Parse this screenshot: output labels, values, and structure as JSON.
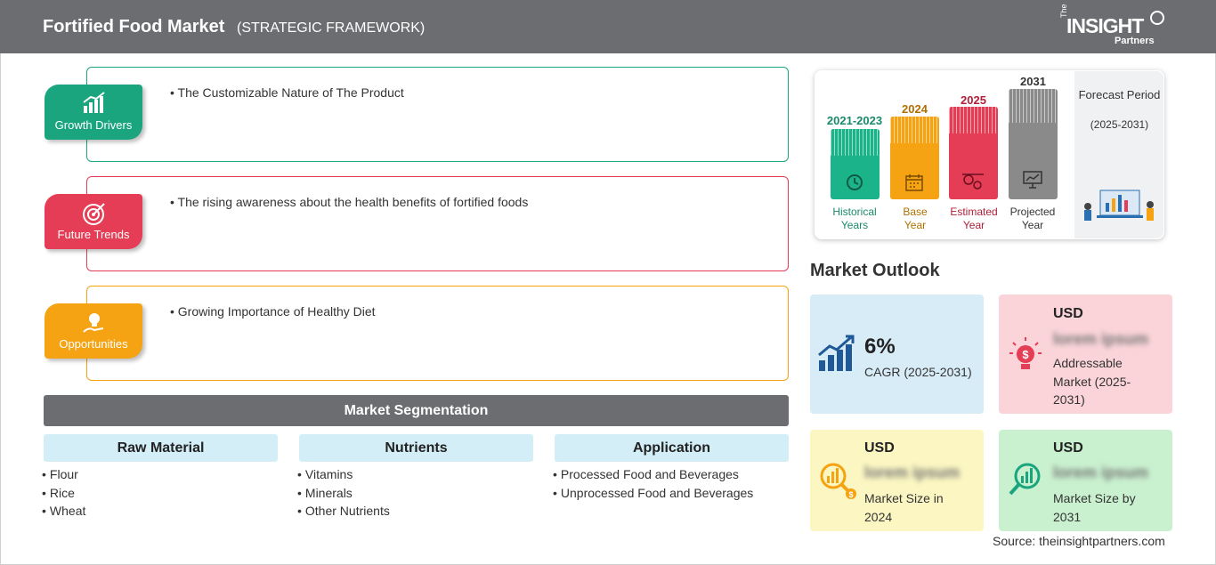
{
  "header": {
    "title": "Fortified Food Market",
    "subtitle": "(STRATEGIC FRAMEWORK)",
    "logo_the": "The",
    "logo_insight": "INSIGHT",
    "logo_partners": "Partners"
  },
  "framework": [
    {
      "label": "Growth Drivers",
      "bullet": "• The Customizable Nature of The Product",
      "color": "#1aa57f",
      "icon": "bar-chart-icon"
    },
    {
      "label": "Future Trends",
      "bullet": "• The rising awareness about the health benefits of fortified foods",
      "color": "#e43d55",
      "icon": "target-icon"
    },
    {
      "label": "Opportunities",
      "bullet": "• Growing Importance of Healthy Diet",
      "color": "#f5a213",
      "icon": "lightbulb-hand-icon"
    }
  ],
  "segmentation": {
    "title": "Market Segmentation",
    "columns": [
      {
        "heading": "Raw Material",
        "items": [
          "Flour",
          "Rice",
          "Wheat"
        ]
      },
      {
        "heading": "Nutrients",
        "items": [
          "Vitamins",
          "Minerals",
          "Other Nutrients"
        ]
      },
      {
        "heading": "Application",
        "items": [
          "Processed Food and Beverages",
          "Unprocessed Food and Beverages"
        ]
      }
    ]
  },
  "timeline": {
    "bars": [
      {
        "year": "2021-2023",
        "label1": "Historical",
        "label2": "Years",
        "color": "#1bb38a",
        "text_color": "#1a8a6a",
        "icon": "history-icon"
      },
      {
        "year": "2024",
        "label1": "Base",
        "label2": "Year",
        "color": "#f5a213",
        "text_color": "#b06f00",
        "icon": "calendar-icon"
      },
      {
        "year": "2025",
        "label1": "Estimated",
        "label2": "Year",
        "color": "#e43d55",
        "text_color": "#b0203a",
        "icon": "gears-icon"
      },
      {
        "year": "2031",
        "label1": "Projected",
        "label2": "Year",
        "color": "#8a8a8a",
        "text_color": "#333333",
        "icon": "presentation-icon"
      }
    ],
    "forecast_label": "Forecast Period",
    "forecast_range": "(2025-2031)"
  },
  "outlook": {
    "title": "Market Outlook",
    "cagr_value": "6%",
    "cagr_label": "CAGR (2025-2031)",
    "addressable": {
      "usd": "USD",
      "value": "lorem ipsum",
      "desc": "Addressable Market (2025-2031)"
    },
    "size_2024": {
      "usd": "USD",
      "value": "lorem ipsum",
      "desc": "Market Size in 2024"
    },
    "size_2031": {
      "usd": "USD",
      "value": "lorem ipsum",
      "desc": "Market Size by 2031"
    }
  },
  "source": "Source: theinsightpartners.com",
  "colors": {
    "header": "#6b6d70",
    "teal": "#1aa57f",
    "red": "#e43d55",
    "orange": "#f5a213",
    "blue_tile": "#d8ecf8",
    "pink_tile": "#fad4d8",
    "yellow_tile": "#fbf6c2",
    "green_tile": "#c9f1cf"
  }
}
